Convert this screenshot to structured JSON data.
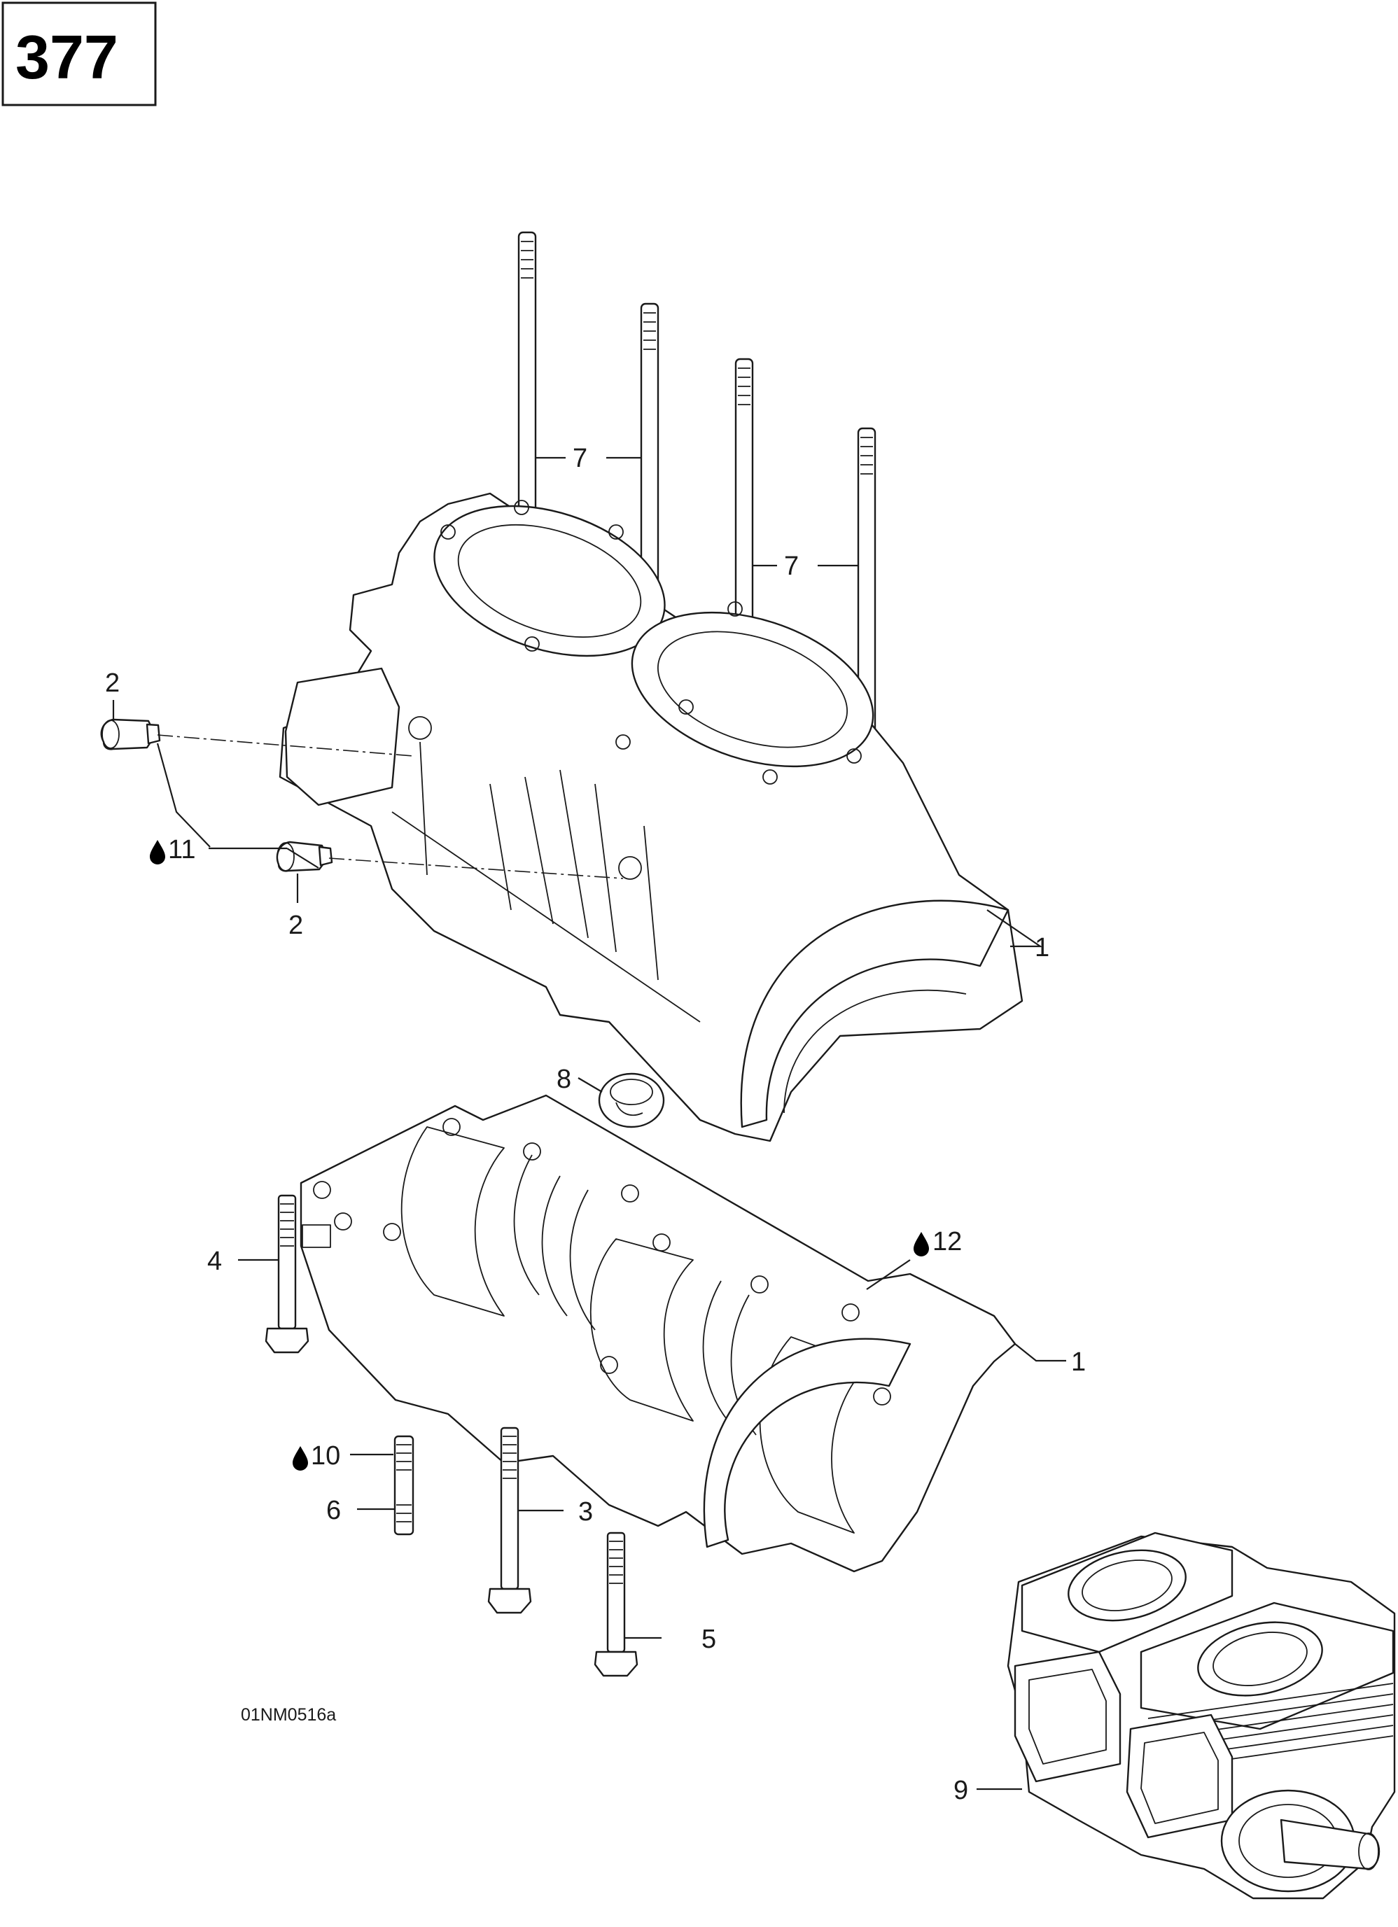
{
  "page_number": "377",
  "figure_code": "01NM0516a",
  "callouts": [
    {
      "id": "c7a",
      "text": "7"
    },
    {
      "id": "c7b",
      "text": "7"
    },
    {
      "id": "c2a",
      "text": "2"
    },
    {
      "id": "c11",
      "text": "11",
      "oil_icon": true
    },
    {
      "id": "c2b",
      "text": "2"
    },
    {
      "id": "c1a",
      "text": "1"
    },
    {
      "id": "c8",
      "text": "8"
    },
    {
      "id": "c12",
      "text": "12",
      "oil_icon": true
    },
    {
      "id": "c1b",
      "text": "1"
    },
    {
      "id": "c4",
      "text": "4"
    },
    {
      "id": "c10",
      "text": "10",
      "oil_icon": true
    },
    {
      "id": "c6",
      "text": "6"
    },
    {
      "id": "c3",
      "text": "3"
    },
    {
      "id": "c5",
      "text": "5"
    },
    {
      "id": "c9",
      "text": "9"
    }
  ],
  "icons": {
    "oil": "oil-drop-icon"
  }
}
